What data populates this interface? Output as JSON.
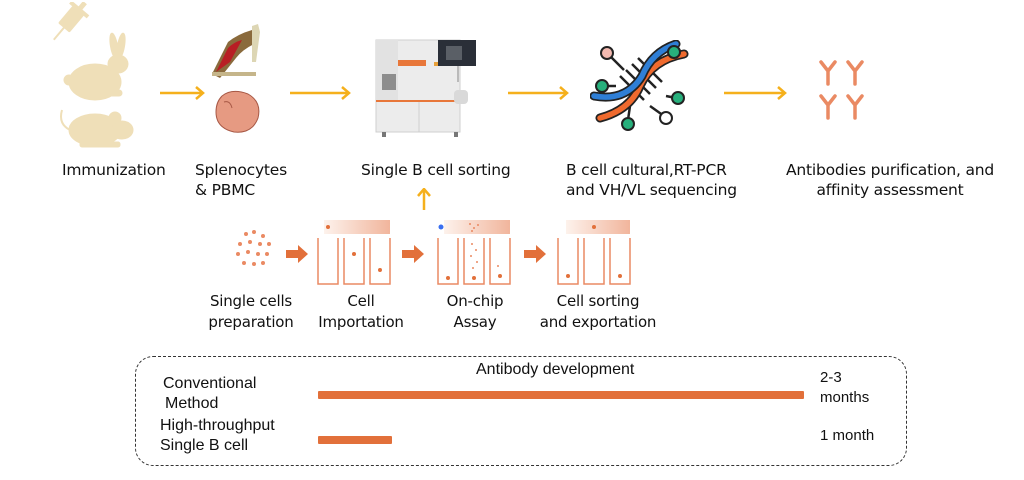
{
  "colors": {
    "flow_arrow": "#f5b01c",
    "accent_orange": "#e2703a",
    "animal_beige": "#efdfb8",
    "antibody_salmon": "#ea8a63",
    "dna_blue": "#2f7fd6",
    "dna_orange": "#ef6a2e",
    "dna_green": "#27b07c"
  },
  "top_steps": [
    {
      "id": "immunization",
      "icon": "rabbit-mouse-syringe-icon",
      "label_lines": [
        "Immunization"
      ]
    },
    {
      "id": "splenocytes",
      "icon": "bone-spleen-icon",
      "label_lines": [
        "Splenocytes",
        "& PBMC"
      ]
    },
    {
      "id": "sorting",
      "icon": "cell-sorting-instrument-icon",
      "label_lines": [
        "Single B cell sorting"
      ]
    },
    {
      "id": "sequencing",
      "icon": "dna-helix-icon",
      "label_lines": [
        "B cell cultural,RT-PCR",
        "and VH/VL sequencing"
      ]
    },
    {
      "id": "purification",
      "icon": "antibody-icon",
      "label_lines": [
        "Antibodies purification, and",
        "affinity assessment"
      ]
    }
  ],
  "sub_steps": [
    {
      "id": "prep",
      "icon": "single-cells-icon",
      "label_lines": [
        "Single cells",
        "preparation"
      ]
    },
    {
      "id": "import",
      "icon": "chip-wells-icon",
      "label_lines": [
        "Cell",
        "Importation"
      ]
    },
    {
      "id": "assay",
      "icon": "chip-assay-icon",
      "label_lines": [
        "On-chip",
        "Assay"
      ]
    },
    {
      "id": "export",
      "icon": "chip-export-icon",
      "label_lines": [
        "Cell sorting",
        "and exportation"
      ]
    }
  ],
  "timeline": {
    "title": "Antibody development",
    "rows": [
      {
        "label_lines": [
          "Conventional",
          "Method"
        ],
        "duration_lines": [
          "2-3",
          "months"
        ],
        "relative_length": 1.0
      },
      {
        "label_lines": [
          "High-throughput",
          "Single B cell"
        ],
        "duration_lines": [
          "1 month"
        ],
        "relative_length": 0.152
      }
    ]
  }
}
